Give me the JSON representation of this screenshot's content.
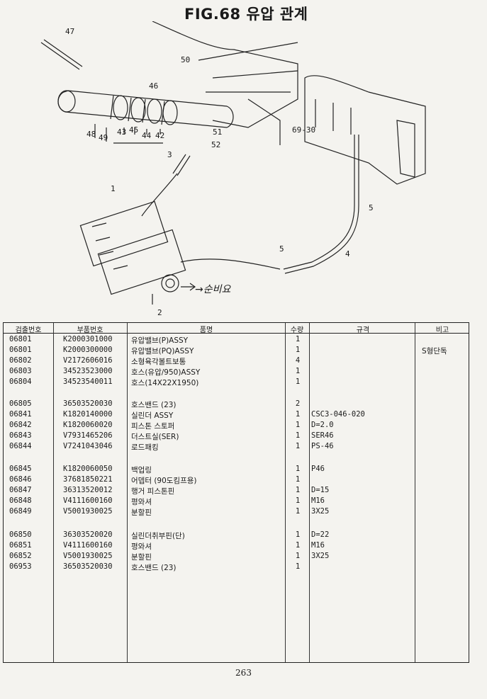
{
  "page": {
    "title": "FIG.68 유압 관계",
    "page_number": "263",
    "handwritten_note": "→순비요"
  },
  "callouts": [
    "47",
    "50",
    "46",
    "43",
    "45",
    "44",
    "42",
    "48",
    "49",
    "51",
    "52",
    "3",
    "1",
    "69-30",
    "5",
    "5",
    "4",
    "2"
  ],
  "table": {
    "headers": [
      "검출번호",
      "부품번호",
      "품명",
      "수량",
      "규격",
      "비고"
    ],
    "rows": [
      {
        "code": "06801",
        "part": "K2000301000",
        "name": "유압밸브(P)ASSY",
        "qty": "1",
        "spec": "",
        "note": ""
      },
      {
        "code": "06801",
        "part": "K2000300000",
        "name": "유압밸브(PQ)ASSY",
        "qty": "1",
        "spec": "",
        "note": "S형단독"
      },
      {
        "code": "06802",
        "part": "V2172606016",
        "name": "소형육각볼트보통",
        "qty": "4",
        "spec": "",
        "note": ""
      },
      {
        "code": "06803",
        "part": "34523523000",
        "name": "호스(유압/950)ASSY",
        "qty": "1",
        "spec": "",
        "note": ""
      },
      {
        "code": "06804",
        "part": "34523540011",
        "name": "호스(14X22X1950)",
        "qty": "1",
        "spec": "",
        "note": ""
      },
      {
        "code": "06805",
        "part": "36503520030",
        "name": "호스밴드 (23)",
        "qty": "2",
        "spec": "",
        "note": ""
      },
      {
        "code": "06841",
        "part": "K1820140000",
        "name": "실린더 ASSY",
        "qty": "1",
        "spec": "CSC3-046-020",
        "note": ""
      },
      {
        "code": "06842",
        "part": "K1820060020",
        "name": "피스톤 스토퍼",
        "qty": "1",
        "spec": "D=2.0",
        "note": ""
      },
      {
        "code": "06843",
        "part": "V7931465206",
        "name": "더스트실(SER)",
        "qty": "1",
        "spec": "SER46",
        "note": ""
      },
      {
        "code": "06844",
        "part": "V7241043046",
        "name": "로드패킹",
        "qty": "1",
        "spec": "PS-46",
        "note": ""
      },
      {
        "code": "06845",
        "part": "K1820060050",
        "name": "백업링",
        "qty": "1",
        "spec": "P46",
        "note": ""
      },
      {
        "code": "06846",
        "part": "37681850221",
        "name": "어뎁터 (90도킴프용)",
        "qty": "1",
        "spec": "",
        "note": ""
      },
      {
        "code": "06847",
        "part": "36313520012",
        "name": "행거 피스톤핀",
        "qty": "1",
        "spec": "D=15",
        "note": ""
      },
      {
        "code": "06848",
        "part": "V4111600160",
        "name": "평와셔",
        "qty": "1",
        "spec": "M16",
        "note": ""
      },
      {
        "code": "06849",
        "part": "V5001930025",
        "name": "분할핀",
        "qty": "1",
        "spec": "3X25",
        "note": ""
      },
      {
        "code": "06850",
        "part": "36303520020",
        "name": "실린더취부핀(단)",
        "qty": "1",
        "spec": "D=22",
        "note": ""
      },
      {
        "code": "06851",
        "part": "V4111600160",
        "name": "평와셔",
        "qty": "1",
        "spec": "M16",
        "note": ""
      },
      {
        "code": "06852",
        "part": "V5001930025",
        "name": "분할핀",
        "qty": "1",
        "spec": "3X25",
        "note": ""
      },
      {
        "code": "06953",
        "part": "36503520030",
        "name": "호스밴드 (23)",
        "qty": "1",
        "spec": "",
        "note": ""
      }
    ]
  }
}
